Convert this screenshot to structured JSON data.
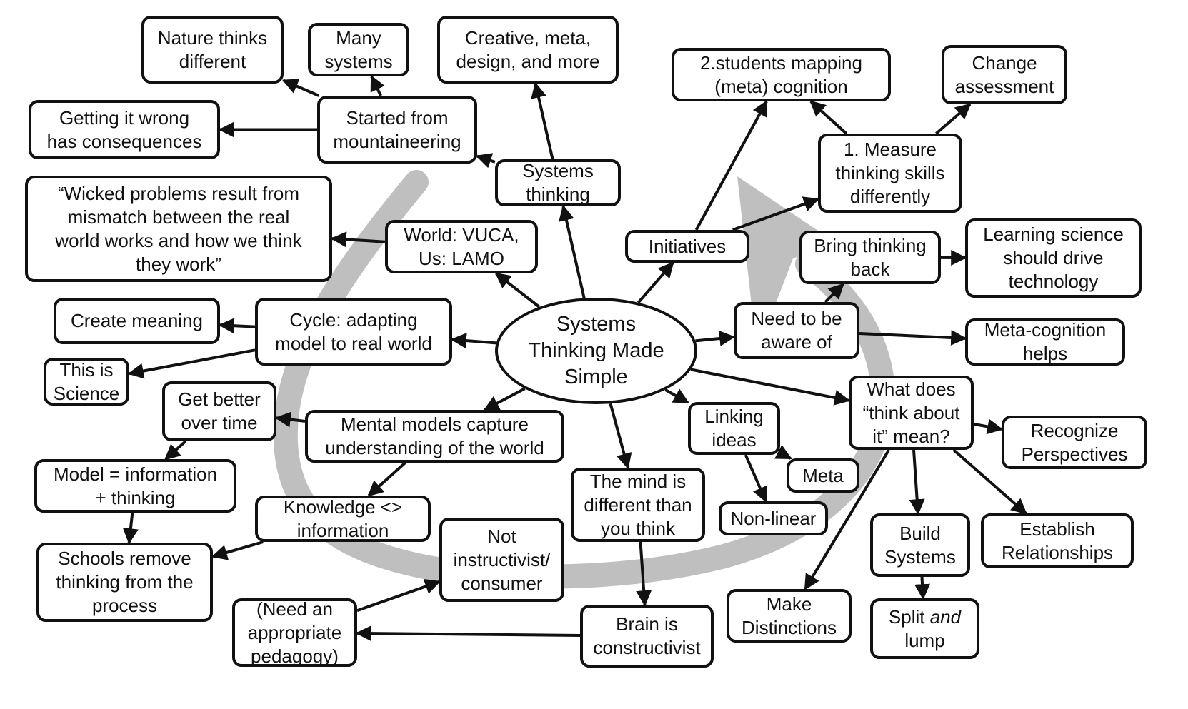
{
  "diagram": {
    "title": "Systems Thinking Made Simple",
    "cycle_arrow_color": "#bfbfbf",
    "stroke_color": "#111111",
    "nodes": [
      {
        "id": "center",
        "label": "Systems\nThinking Made\nSimple",
        "shape": "ellipse"
      },
      {
        "id": "systems-thinking",
        "label": "Systems\nthinking"
      },
      {
        "id": "creative",
        "label": "Creative, meta,\ndesign, and more"
      },
      {
        "id": "started",
        "label": "Started from\nmountaineering"
      },
      {
        "id": "nature",
        "label": "Nature thinks\ndifferent"
      },
      {
        "id": "many",
        "label": "Many\nsystems"
      },
      {
        "id": "getting-wrong",
        "label": "Getting it wrong\nhas consequences"
      },
      {
        "id": "world",
        "label": "World: VUCA,\nUs: LAMO"
      },
      {
        "id": "wicked",
        "label": "“Wicked problems result from\nmismatch between the real\nworld works and how we think\nthey work”"
      },
      {
        "id": "cycle",
        "label": "Cycle: adapting\nmodel to real world"
      },
      {
        "id": "create-meaning",
        "label": "Create meaning"
      },
      {
        "id": "science",
        "label": "This is\nScience"
      },
      {
        "id": "mental-models",
        "label": "Mental models capture\nunderstanding of the world"
      },
      {
        "id": "get-better",
        "label": "Get better\nover time"
      },
      {
        "id": "model",
        "label": "Model = information\n+ thinking"
      },
      {
        "id": "schools",
        "label": "Schools remove\nthinking from the\nprocess"
      },
      {
        "id": "knowledge",
        "label": "Knowledge <>\ninformation"
      },
      {
        "id": "not-instructivist",
        "label": "Not\ninstructivist/\nconsumer"
      },
      {
        "id": "pedagogy",
        "label": "(Need an\nappropriate\npedagogy)"
      },
      {
        "id": "mind",
        "label": "The mind is\ndifferent than\nyou think"
      },
      {
        "id": "brain",
        "label": "Brain is\nconstructivist"
      },
      {
        "id": "linking",
        "label": "Linking\nideas"
      },
      {
        "id": "meta",
        "label": "Meta"
      },
      {
        "id": "non-linear",
        "label": "Non-linear"
      },
      {
        "id": "initiatives",
        "label": "Initiatives"
      },
      {
        "id": "students",
        "label": "2.students mapping\n(meta) cognition"
      },
      {
        "id": "measure",
        "label": "1. Measure\nthinking skills\ndifferently"
      },
      {
        "id": "change",
        "label": "Change\nassessment"
      },
      {
        "id": "need-aware",
        "label": "Need to be\naware of"
      },
      {
        "id": "bring-back",
        "label": "Bring thinking\nback"
      },
      {
        "id": "learning-science",
        "label": "Learning science\nshould drive\ntechnology"
      },
      {
        "id": "meta-cognition",
        "label": "Meta-cognition\nhelps"
      },
      {
        "id": "what-does",
        "label": "What does\n“think about\nit” mean?"
      },
      {
        "id": "recognize",
        "label": "Recognize\nPerspectives"
      },
      {
        "id": "establish",
        "label": "Establish\nRelationships"
      },
      {
        "id": "build",
        "label": "Build\nSystems"
      },
      {
        "id": "split",
        "label_plain": "Split ",
        "label_italic": "and",
        "label_end": "\nlump"
      },
      {
        "id": "distinctions",
        "label": "Make\nDistinctions"
      }
    ],
    "edges": [
      {
        "from": "center",
        "to": "systems-thinking"
      },
      {
        "from": "systems-thinking",
        "to": "creative"
      },
      {
        "from": "systems-thinking",
        "to": "started"
      },
      {
        "from": "started",
        "to": "nature"
      },
      {
        "from": "started",
        "to": "many"
      },
      {
        "from": "started",
        "to": "getting-wrong"
      },
      {
        "from": "center",
        "to": "world"
      },
      {
        "from": "world",
        "to": "wicked"
      },
      {
        "from": "center",
        "to": "cycle"
      },
      {
        "from": "cycle",
        "to": "create-meaning"
      },
      {
        "from": "cycle",
        "to": "science"
      },
      {
        "from": "center",
        "to": "mental-models"
      },
      {
        "from": "mental-models",
        "to": "get-better"
      },
      {
        "from": "get-better",
        "to": "model"
      },
      {
        "from": "model",
        "to": "schools"
      },
      {
        "from": "mental-models",
        "to": "knowledge"
      },
      {
        "from": "knowledge",
        "to": "schools"
      },
      {
        "from": "pedagogy",
        "to": "not-instructivist"
      },
      {
        "from": "brain",
        "to": "pedagogy"
      },
      {
        "from": "center",
        "to": "mind"
      },
      {
        "from": "mind",
        "to": "brain"
      },
      {
        "from": "center",
        "to": "linking"
      },
      {
        "from": "linking",
        "to": "meta"
      },
      {
        "from": "linking",
        "to": "non-linear"
      },
      {
        "from": "center",
        "to": "initiatives"
      },
      {
        "from": "initiatives",
        "to": "students"
      },
      {
        "from": "initiatives",
        "to": "measure"
      },
      {
        "from": "measure",
        "to": "students"
      },
      {
        "from": "measure",
        "to": "change"
      },
      {
        "from": "center",
        "to": "need-aware"
      },
      {
        "from": "need-aware",
        "to": "bring-back"
      },
      {
        "from": "bring-back",
        "to": "learning-science"
      },
      {
        "from": "need-aware",
        "to": "meta-cognition"
      },
      {
        "from": "center",
        "to": "what-does"
      },
      {
        "from": "what-does",
        "to": "recognize"
      },
      {
        "from": "what-does",
        "to": "establish"
      },
      {
        "from": "what-does",
        "to": "build"
      },
      {
        "from": "what-does",
        "to": "distinctions"
      },
      {
        "from": "build",
        "to": "split"
      }
    ]
  }
}
